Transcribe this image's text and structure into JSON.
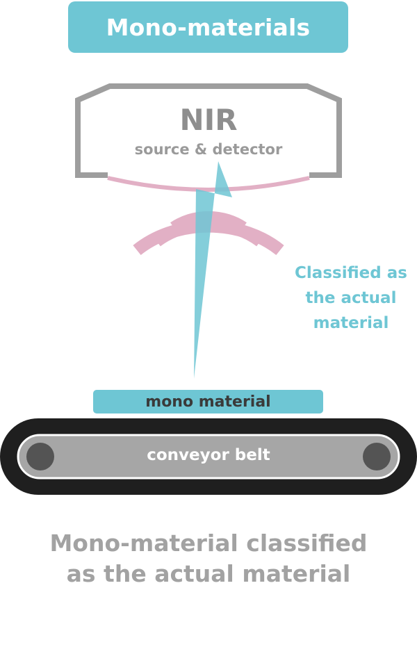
{
  "title": "Mono-materials",
  "sensor": {
    "label": "NIR",
    "sublabel": "source & detector"
  },
  "classification": {
    "lines": [
      "Classified as",
      "the actual",
      "material"
    ]
  },
  "material": {
    "label": "mono material"
  },
  "belt": {
    "label": "conveyor belt"
  },
  "caption": {
    "lines": [
      "Mono-material classified",
      "as the actual material"
    ]
  },
  "colors": {
    "accent_teal": "#6ec6d4",
    "wave_pink": "#e2b0c5",
    "housing_gray": "#9e9e9e",
    "belt_black": "#1f1f1f",
    "caption_gray": "#a2a2a2"
  }
}
